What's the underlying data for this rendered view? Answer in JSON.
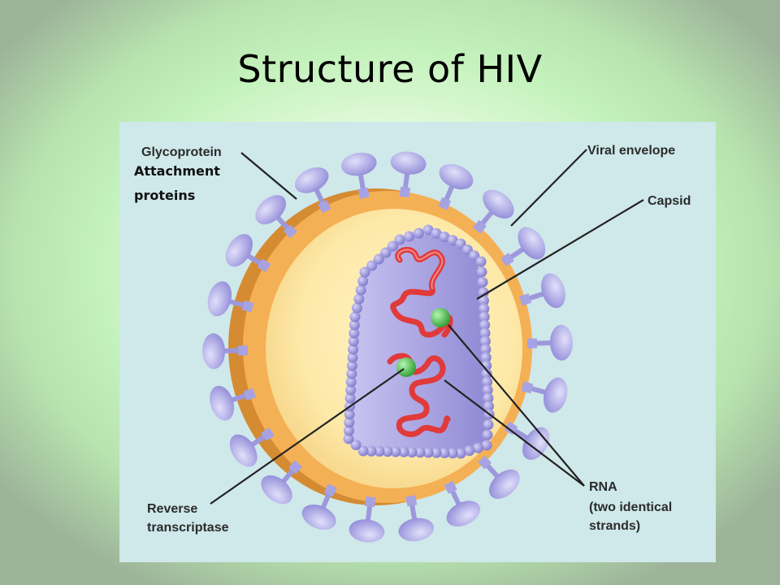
{
  "title": "Structure of HIV",
  "labels": {
    "glycoprotein": "Glycoprotein",
    "attachment_line1": "Attachment",
    "attachment_line2": "proteins",
    "viral_envelope": "Viral envelope",
    "capsid": "Capsid",
    "rna_line1": "RNA",
    "rna_line2": "(two identical",
    "rna_line3": "strands)",
    "reverse_line1": "Reverse",
    "reverse_line2": "transcriptase"
  },
  "colors": {
    "panel": "#cfe8ea",
    "envelope": "#f4b055",
    "interior": "#fcecb4",
    "capsid": "#a9a3df",
    "capsid_beads": "#8d87d6",
    "rna": "#d93434",
    "enzyme": "#3fbf45",
    "spikes": "#a9a6e3"
  }
}
